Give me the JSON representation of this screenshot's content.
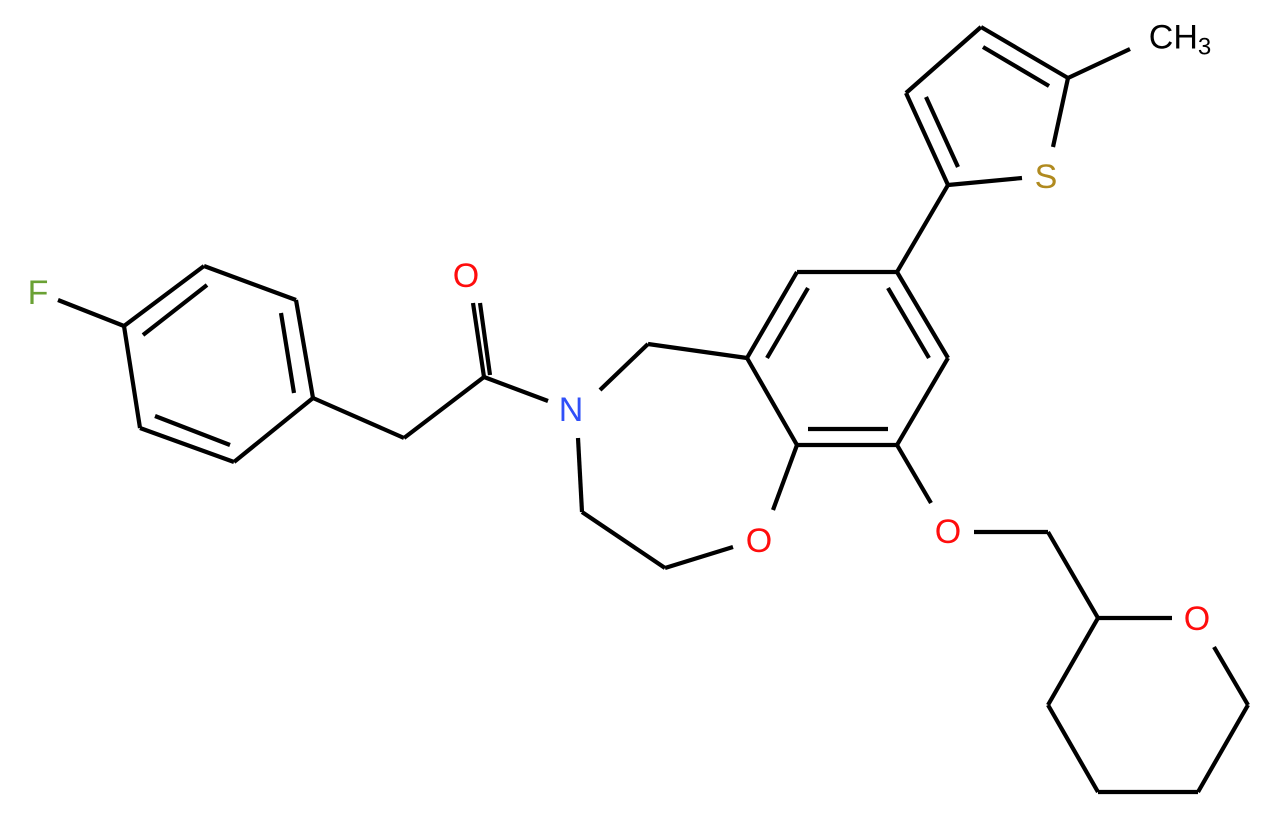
{
  "diagram": {
    "type": "chemical-structure",
    "colors": {
      "bond": "#000000",
      "carbon": "#000000",
      "oxygen": "#ff0d0d",
      "nitrogen": "#3050f8",
      "fluorine": "#6aa134",
      "sulfur": "#b08a1f",
      "background": "#ffffff"
    },
    "labels": {
      "fluorine": "F",
      "carbonyl_oxygen": "O",
      "amide_nitrogen": "N",
      "ring_oxygen": "O",
      "ether_oxygen": "O",
      "pyran_oxygen": "O",
      "sulfur": "S",
      "methyl": "CH",
      "methyl_subscript": "3"
    }
  }
}
